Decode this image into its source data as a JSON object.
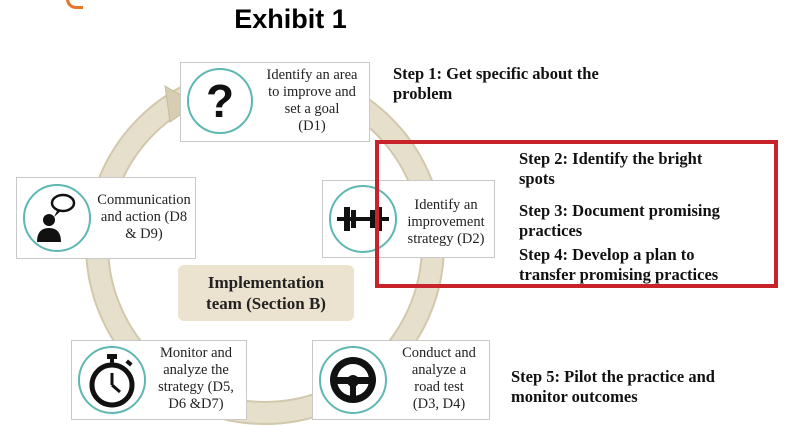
{
  "title": "Exhibit 1",
  "cycle": {
    "center": {
      "line1": "Implementation",
      "line2": "team (Section B)"
    },
    "nodes": [
      {
        "id": "d1",
        "icon": "question-mark-icon",
        "lines": [
          "Identify an area",
          "to improve and",
          "set a goal",
          "(D1)"
        ]
      },
      {
        "id": "d2",
        "icon": "barbell-icon",
        "lines": [
          "Identify an",
          "improvement",
          "strategy (D2)"
        ]
      },
      {
        "id": "d3d4",
        "icon": "steering-wheel-icon",
        "lines": [
          "Conduct and",
          "analyze a",
          "road test",
          "(D3, D4)"
        ]
      },
      {
        "id": "d5d7",
        "icon": "stopwatch-icon",
        "lines": [
          "Monitor and",
          "analyze the",
          "strategy (D5,",
          "D6 &D7)"
        ]
      },
      {
        "id": "d8d9",
        "icon": "speech-person-icon",
        "lines": [
          "Communication",
          "and action (D8",
          "& D9)"
        ]
      }
    ]
  },
  "steps": {
    "step1": {
      "line1": "Step 1: Get specific about the",
      "line2": "problem"
    },
    "step2": {
      "line1": "Step 2: Identify the bright",
      "line2": "spots"
    },
    "step3": {
      "line1": "Step 3: Document promising",
      "line2": "practices"
    },
    "step4": {
      "line1": "Step 4: Develop a plan to",
      "line2": "transfer promising practices"
    },
    "step5": {
      "line1": "Step 5: Pilot the practice and",
      "line2": "monitor outcomes"
    }
  },
  "colors": {
    "ring": "#e6dfcb",
    "ring_edge": "#d2c8ad",
    "icon_ring": "#5fb7b2",
    "highlight_box": "#c8232a",
    "accent": "#e8742a"
  }
}
